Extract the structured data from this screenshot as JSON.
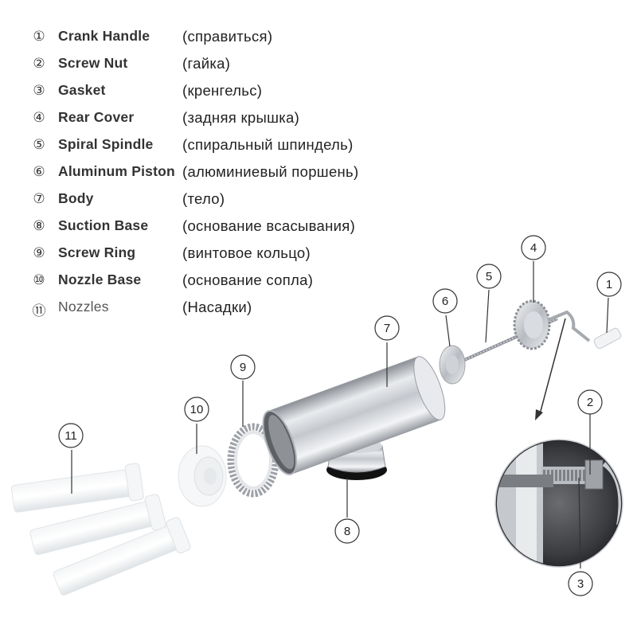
{
  "parts": [
    {
      "num": "①",
      "en": "Crank Handle",
      "ru": "(справиться)"
    },
    {
      "num": "②",
      "en": "Screw Nut",
      "ru": "(гайка)"
    },
    {
      "num": "③",
      "en": "Gasket",
      "ru": "(кренгельс)"
    },
    {
      "num": "④",
      "en": "Rear Cover",
      "ru": "(задняя крышка)"
    },
    {
      "num": "⑤",
      "en": "Spiral Spindle",
      "ru": "(спиральный шпиндель)"
    },
    {
      "num": "⑥",
      "en": "Aluminum Piston",
      "ru": "(алюминиевый поршень)"
    },
    {
      "num": "⑦",
      "en": "Body",
      "ru": "(тело)"
    },
    {
      "num": "⑧",
      "en": "Suction Base",
      "ru": "(основание всасывания)"
    },
    {
      "num": "⑨",
      "en": "Screw Ring",
      "ru": "(винтовое кольцо)"
    },
    {
      "num": "⑩",
      "en": "Nozzle Base",
      "ru": "(основание сопла)"
    },
    {
      "num": "⑪",
      "en": "Nozzles",
      "ru": "(Насадки)"
    }
  ],
  "callouts": {
    "c1": "1",
    "c2": "2",
    "c3": "3",
    "c4": "4",
    "c5": "5",
    "c6": "6",
    "c7": "7",
    "c8": "8",
    "c9": "9",
    "c10": "10",
    "c11": "11"
  }
}
